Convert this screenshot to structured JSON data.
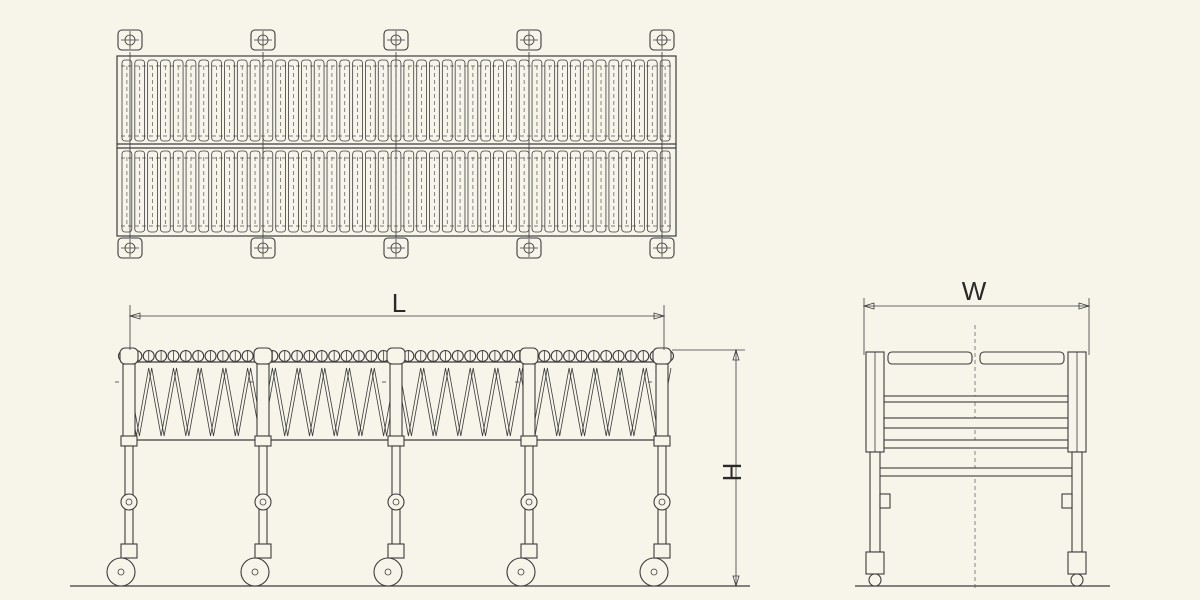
{
  "dimensions": {
    "length_label": "L",
    "height_label": "H",
    "width_label": "W"
  },
  "views": [
    "top-view",
    "side-view",
    "end-view"
  ],
  "colors": {
    "background": "#f7f4ea",
    "line": "#3c3c3c"
  }
}
